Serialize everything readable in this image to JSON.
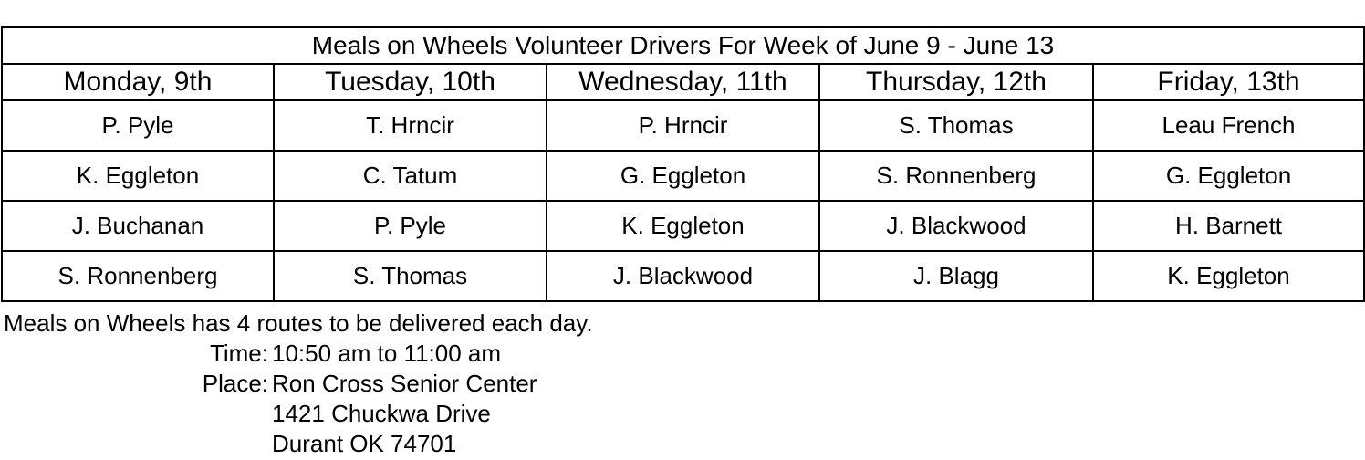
{
  "title": "Meals on Wheels Volunteer Drivers For Week of June 9 - June 13",
  "days": [
    "Monday, 9th",
    "Tuesday, 10th",
    "Wednesday, 11th",
    "Thursday, 12th",
    "Friday, 13th"
  ],
  "rows": [
    [
      "P. Pyle",
      "T. Hrncir",
      "P. Hrncir",
      "S. Thomas",
      "Leau French"
    ],
    [
      "K. Eggleton",
      "C. Tatum",
      "G. Eggleton",
      "S. Ronnenberg",
      "G. Eggleton"
    ],
    [
      "J. Buchanan",
      "P. Pyle",
      "K. Eggleton",
      "J. Blackwood",
      "H. Barnett"
    ],
    [
      "S. Ronnenberg",
      "S. Thomas",
      "J. Blackwood",
      "J. Blagg",
      "K. Eggleton"
    ]
  ],
  "notes": {
    "intro": "Meals on Wheels has 4 routes to be delivered each day.",
    "time_label": "Time:",
    "time_value": "10:50 am to 11:00 am",
    "place_label": "Place:",
    "place_line1": "Ron Cross Senior Center",
    "place_line2": "1421 Chuckwa Drive",
    "place_line3": "Durant OK 74701"
  }
}
